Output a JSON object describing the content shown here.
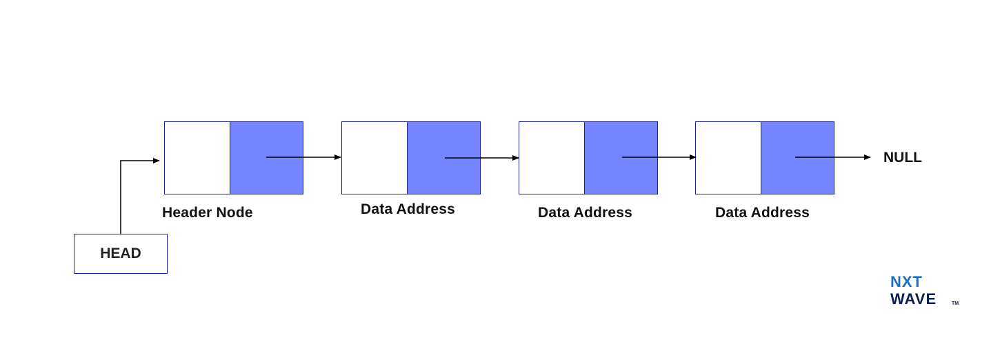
{
  "head": {
    "label": "HEAD"
  },
  "nodes": [
    {
      "label": "Header Node"
    },
    {
      "label": "Data Address"
    },
    {
      "label": "Data Address"
    },
    {
      "label": "Data Address"
    }
  ],
  "terminal": {
    "label": "NULL"
  },
  "logo": {
    "line1": "NXT",
    "line2": "WAVE",
    "tm": "TM"
  },
  "colors": {
    "address_fill": "#7585ff",
    "border": "#1f1f8f",
    "logo_blue": "#1b6ec2",
    "logo_dark": "#0b1f4d"
  }
}
